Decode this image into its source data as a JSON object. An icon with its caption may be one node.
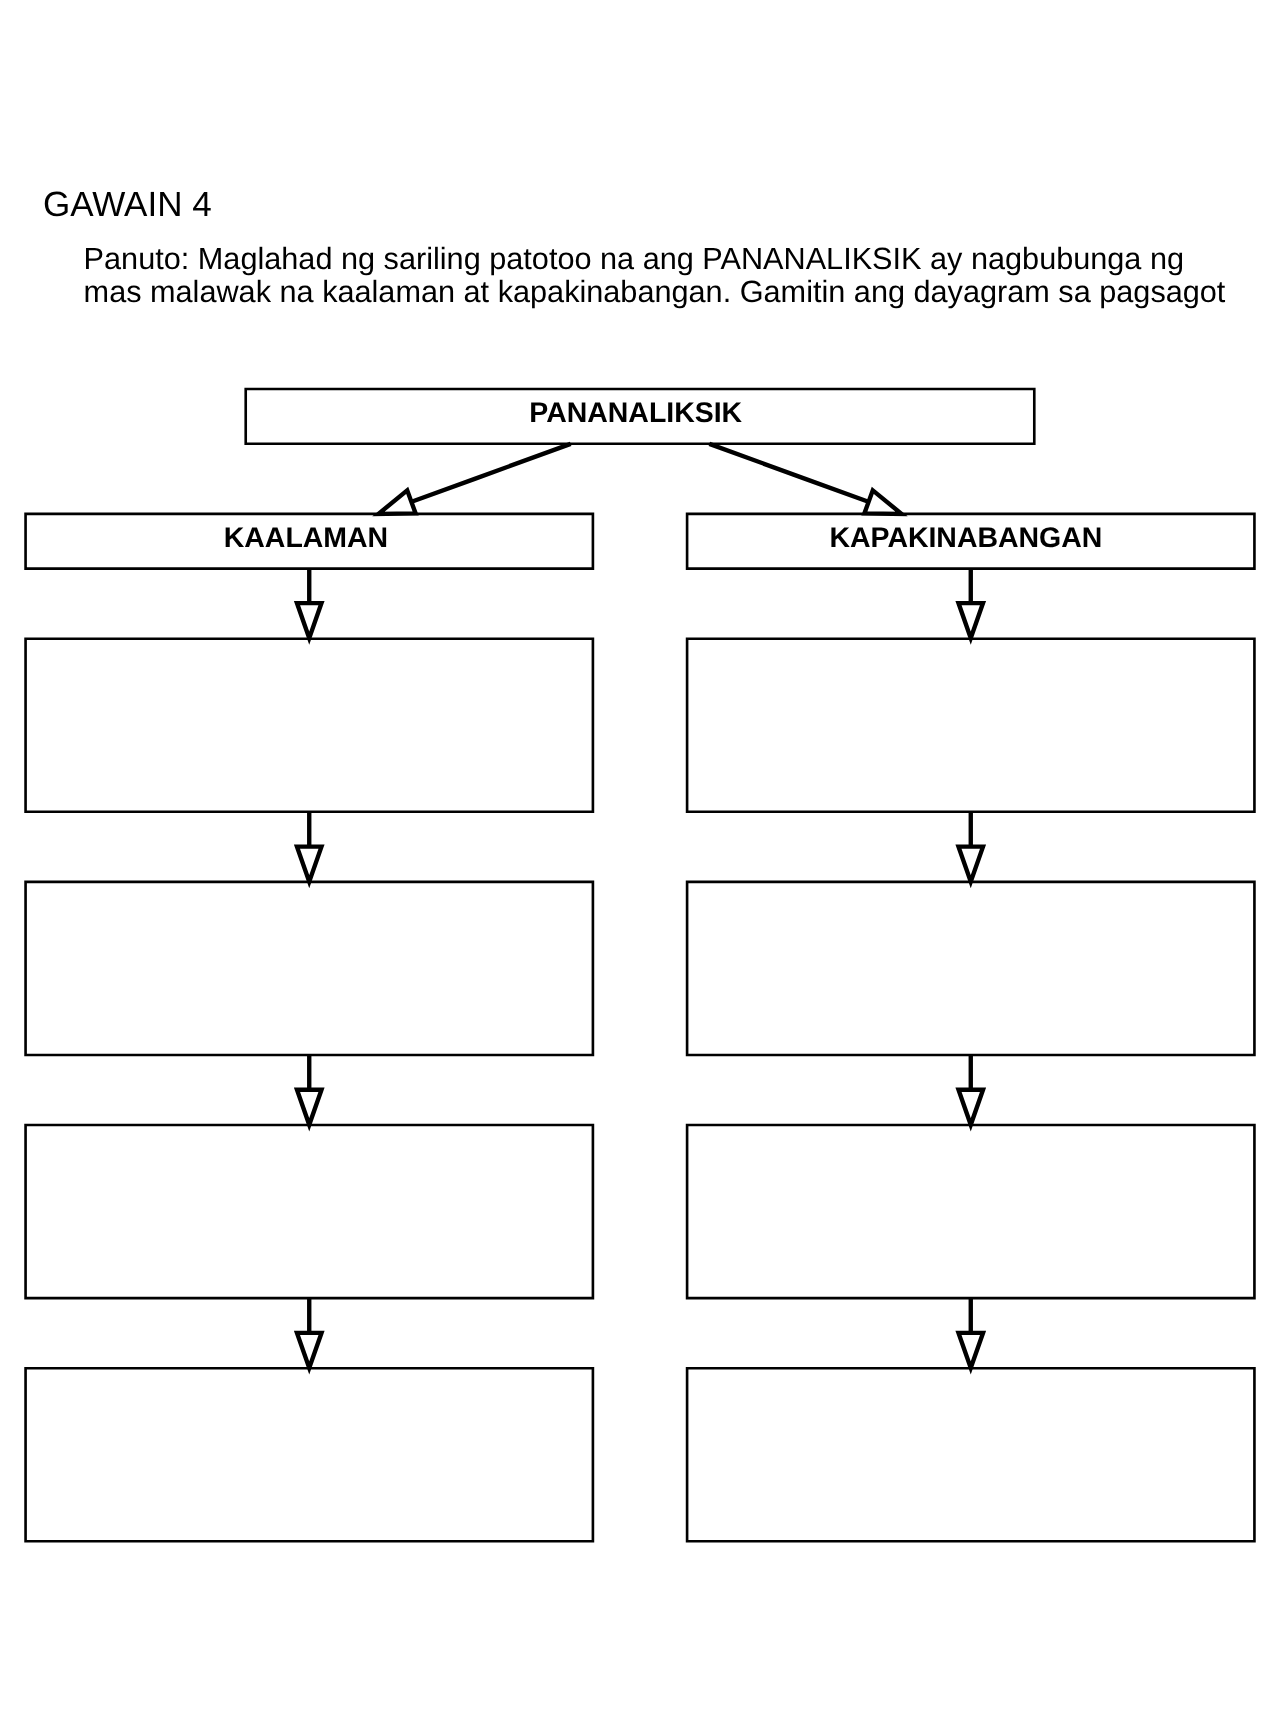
{
  "diagram": {
    "title": "GAWAIN 4",
    "nodes": [
      {
        "text": [
          "PANANALIKSIK"
        ]
      },
      {
        "text": [
          "KAALAMAN"
        ]
      },
      {
        "text": [
          "KAPAKINABANGAN"
        ]
      },
      {
        "text": [],
        "shape": "box"
      },
      {
        "text": [],
        "shape": "box"
      },
      {
        "text": [],
        "shape": "box"
      },
      {
        "text": [],
        "shape": "box"
      },
      {
        "text": [],
        "shape": "box"
      },
      {
        "text": [],
        "shape": "box"
      },
      {
        "text": [],
        "shape": "box"
      },
      {
        "text": [],
        "shape": "box"
      }
    ],
    "edges": [
      {
        "from": 0,
        "to": 1,
        "arrow": "to"
      },
      {
        "from": 0,
        "to": 2,
        "arrow": "to"
      },
      {
        "from": 1,
        "to": 3,
        "arrow": "to"
      },
      {
        "from": 2,
        "to": 4,
        "arrow": "to"
      },
      {
        "from": 3,
        "to": 5,
        "arrow": "to"
      },
      {
        "from": 4,
        "to": 6,
        "arrow": "to"
      },
      {
        "from": 5,
        "to": 7,
        "arrow": "to"
      },
      {
        "from": 6,
        "to": 8,
        "arrow": "to"
      },
      {
        "from": 7,
        "to": 9,
        "arrow": "to"
      },
      {
        "from": 8,
        "to": 10,
        "arrow": "to"
      }
    ],
    "labels": [
      "Panuto: Maglahad ng sariling patotoo na ang PANANALIKSIK ay nagbubunga ng mas malawak na kaalaman at kapakinabangan. Gamitin ang dayagram sa pagsagot"
    ]
  }
}
